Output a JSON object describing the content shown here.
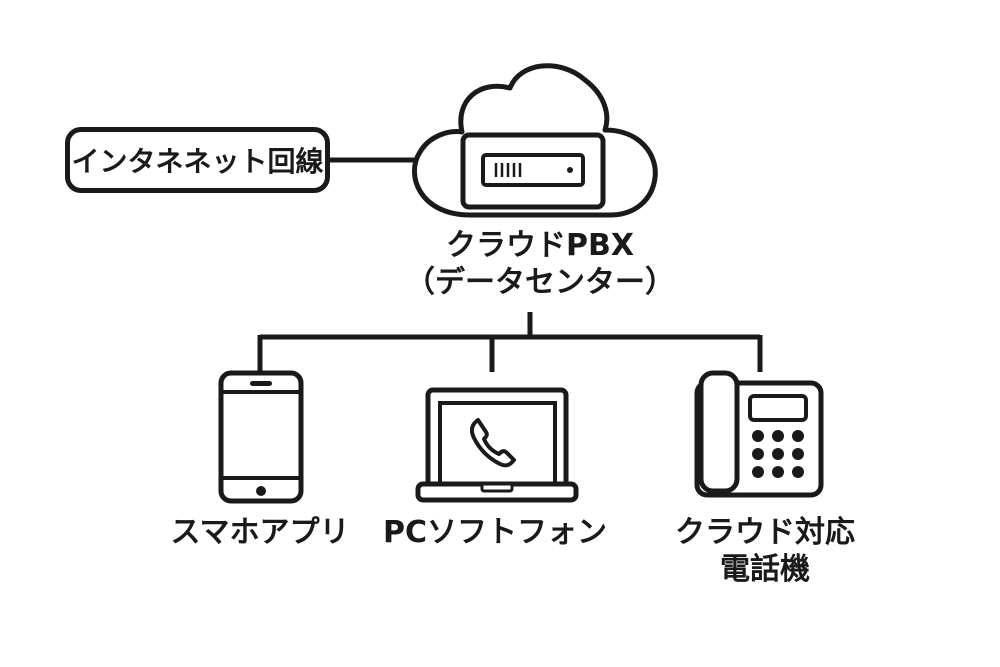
{
  "internet_line": {
    "label": "インタネネット回線"
  },
  "cloud_pbx": {
    "title": "クラウドPBX",
    "subtitle": "（データセンター）"
  },
  "devices": [
    {
      "id": "smartphone",
      "label": "スマホアプリ",
      "icon": "smartphone-icon"
    },
    {
      "id": "pc",
      "label": "PCソフトフォン",
      "icon": "laptop-phone-icon"
    },
    {
      "id": "desk-phone",
      "label": "クラウド対応",
      "label_line2": "電話機",
      "icon": "desk-phone-icon"
    }
  ],
  "colors": {
    "stroke": "#1a1a1a",
    "background": "#ffffff"
  }
}
